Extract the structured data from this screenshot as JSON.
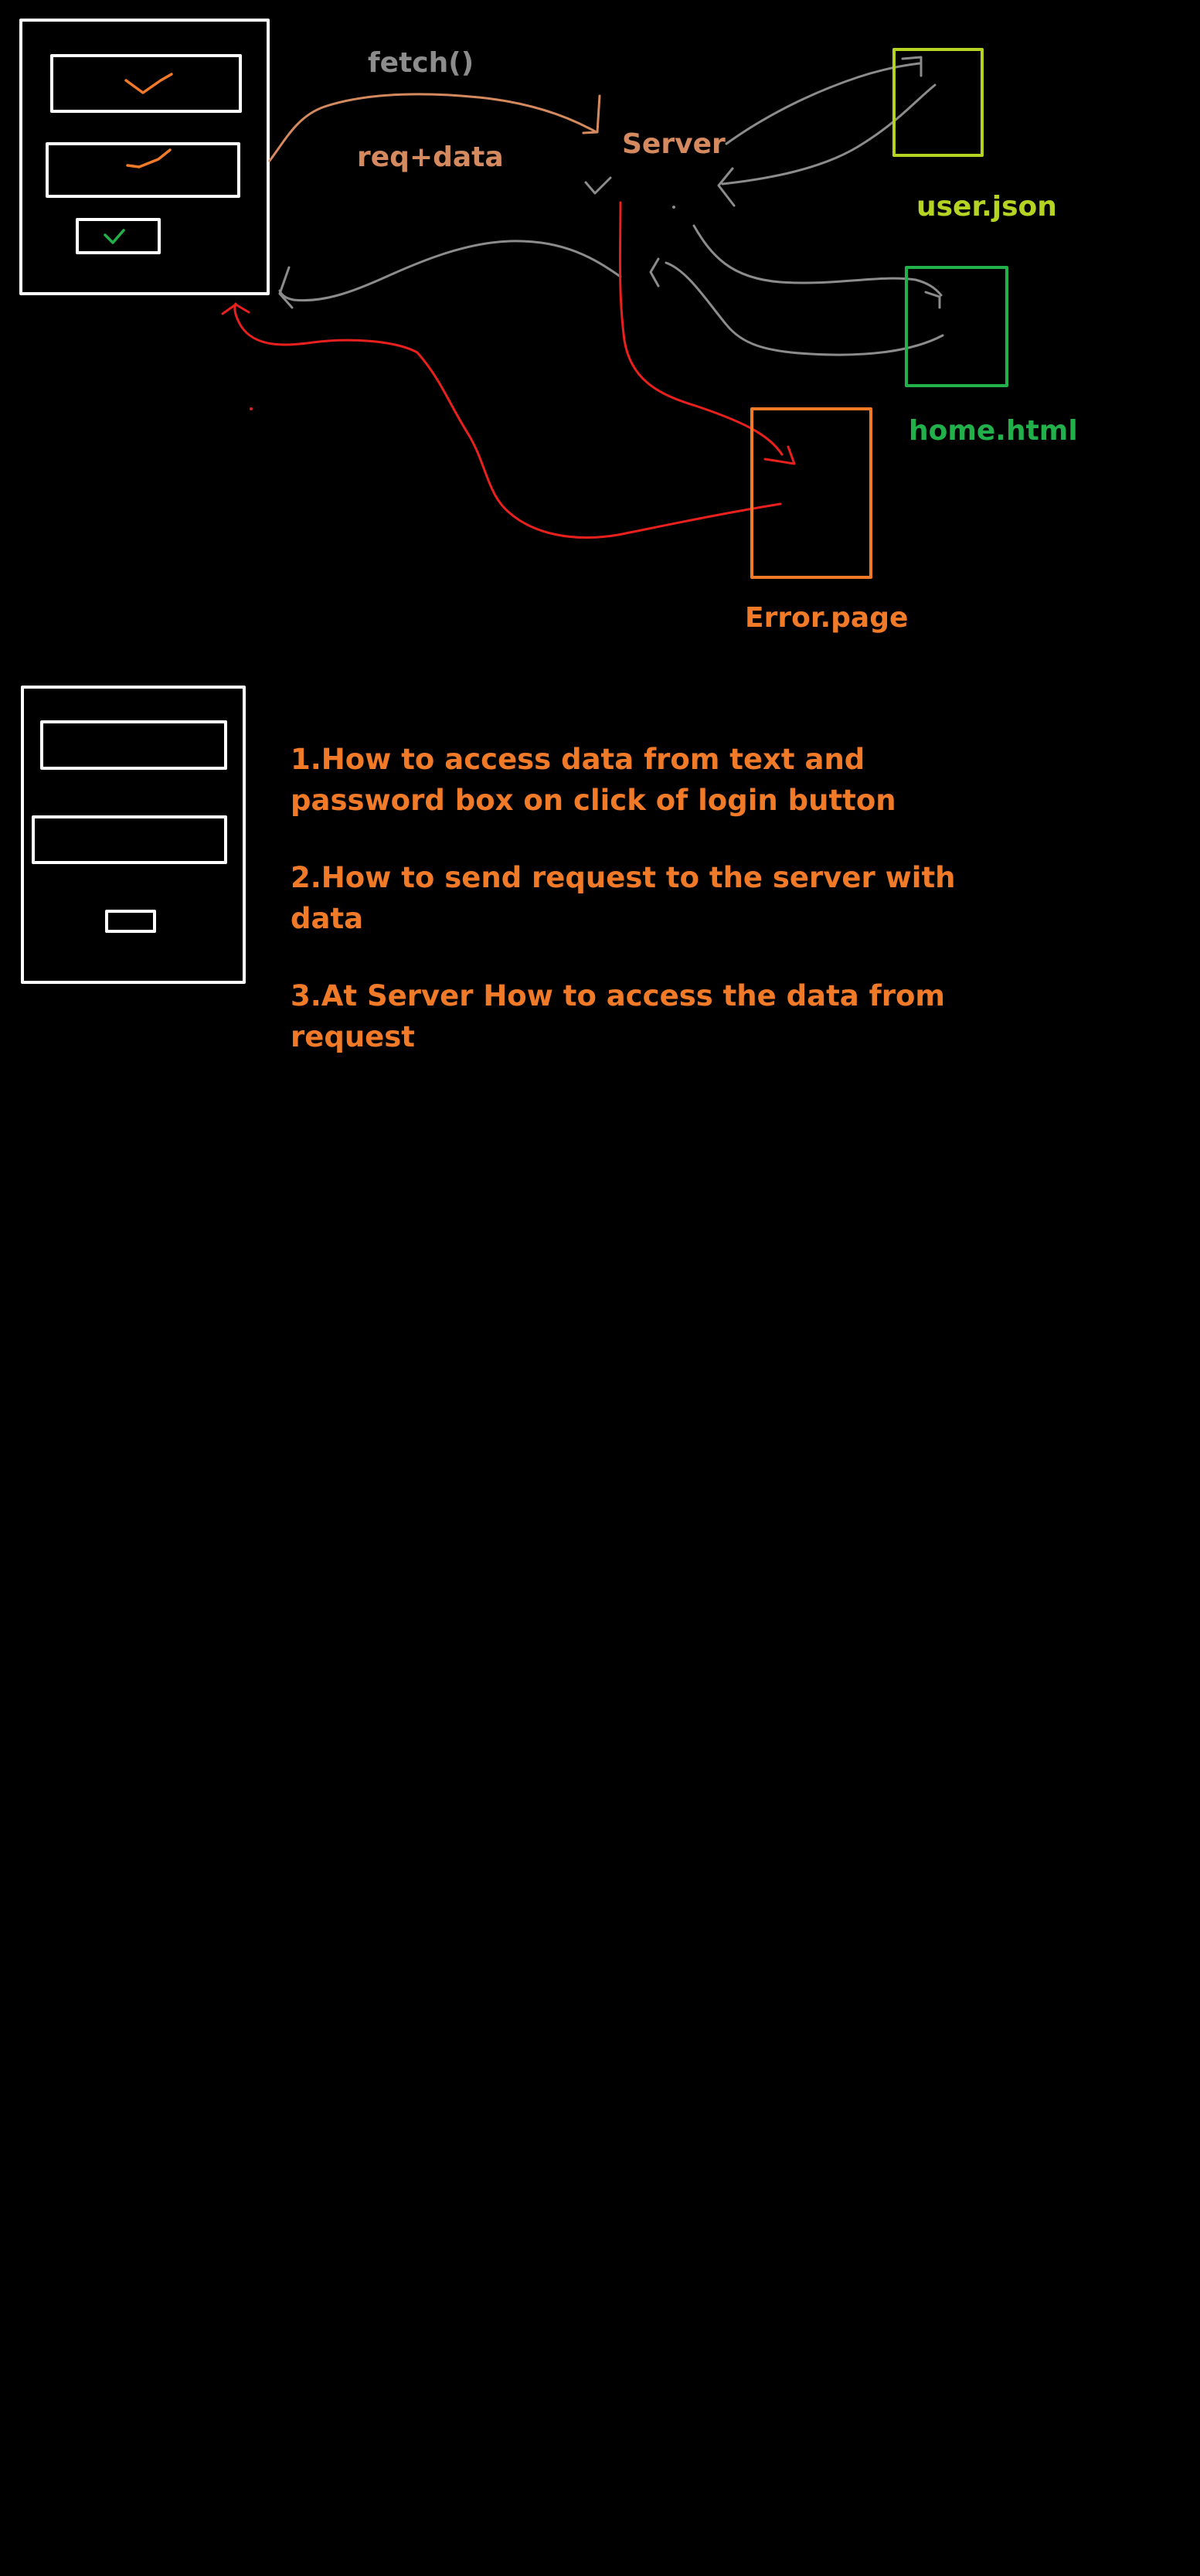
{
  "labels": {
    "fetch": "fetch()",
    "req_data": "req+data",
    "server": "Server",
    "user_json": "user.json",
    "home_html": "home.html",
    "error_page": "Error.page"
  },
  "questions": [
    "1.How to access data from text and password box on click of login button",
    "2.How to send request to the server with data",
    "3.At Server How to access the data from request"
  ],
  "colors": {
    "background": "#000000",
    "form_outline": "#ffffff",
    "request_arrow": "#d48a5e",
    "response_arrows": "#8c8c8c",
    "error_arrows": "#e8201e",
    "user_json_box": "#b5d323",
    "home_html_box": "#22b04a",
    "error_box": "#f07a28",
    "questions_text": "#f07a28"
  }
}
